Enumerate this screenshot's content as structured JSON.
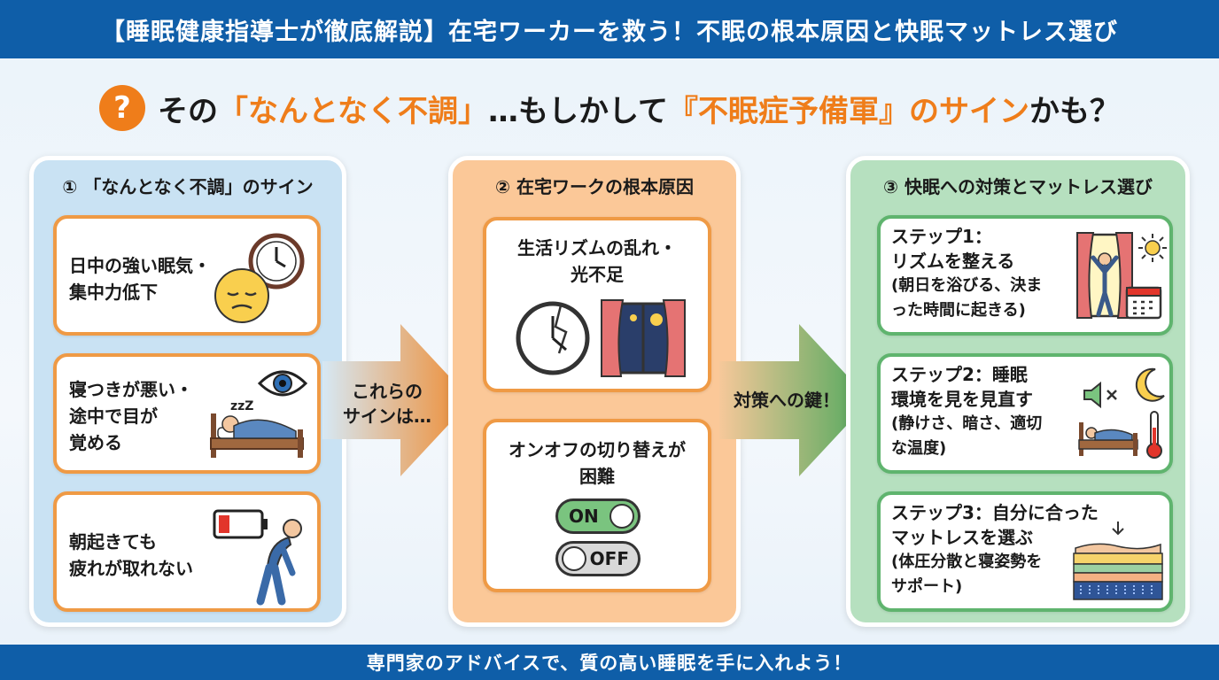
{
  "header": {
    "title": "【睡眠健康指導士が徹底解説】在宅ワーカーを救う！不眠の根本原因と快眠マットレス選び"
  },
  "headline": {
    "part1": "その",
    "highlight1": "「なんとなく不調」",
    "part2": "…もしかして",
    "highlight2": "『不眠症予備軍』",
    "part3": "のサイン",
    "part4": "かも？",
    "icon": "question-icon"
  },
  "panel1": {
    "title": "① 「なんとなく不調」のサイン",
    "cards": [
      {
        "line1": "日中の強い眠気・",
        "line2": "集中力低下",
        "icons": [
          "clock-icon",
          "tired-face-icon"
        ]
      },
      {
        "line1": "寝つきが悪い・",
        "line2": "途中で目が",
        "line3": "覚める",
        "icons": [
          "eye-icon",
          "sleeping-person-icon"
        ]
      },
      {
        "line1": "朝起きても",
        "line2": "疲れが取れない",
        "icons": [
          "low-battery-icon",
          "exhausted-person-icon"
        ]
      }
    ]
  },
  "arrow1": {
    "line1": "これらの",
    "line2": "サインは…"
  },
  "panel2": {
    "title": "② 在宅ワークの根本原因",
    "cards": [
      {
        "line1": "生活リズムの乱れ・",
        "line2": "光不足",
        "icons": [
          "broken-clock-icon",
          "night-window-icon"
        ]
      },
      {
        "line1": "オンオフの切り替えが",
        "line2": "困難",
        "toggle_on": "ON",
        "toggle_off": "OFF"
      }
    ]
  },
  "arrow2": {
    "label": "対策への鍵！"
  },
  "panel3": {
    "title": "③ 快眠への対策とマットレス選び",
    "cards": [
      {
        "line1": "ステップ1：",
        "line2": "リズムを整える",
        "line3": "(朝日を浴びる、決ま",
        "line4": "った時間に起きる)",
        "icons": [
          "sunlit-window-icon",
          "sun-icon",
          "calendar-icon"
        ]
      },
      {
        "line1": "ステップ2：睡眠",
        "line2": "環境を見を見直す",
        "line3": "(静けさ、暗さ、適切",
        "line4": "な温度)",
        "icons": [
          "mute-speaker-icon",
          "moon-icon",
          "bed-icon",
          "thermometer-icon"
        ]
      },
      {
        "line1": "ステップ3：自分に合った",
        "line2": "マットレスを選ぶ",
        "line3": "(体圧分散と寝姿勢を",
        "line4": "サポート)",
        "icons": [
          "mattress-icon"
        ]
      }
    ]
  },
  "footer": {
    "text": "専門家のアドバイスで、質の高い睡眠を手に入れよう！"
  },
  "colors": {
    "brand_blue": "#0f5ea8",
    "accent_orange": "#ef7d1a",
    "panel_blue": "#c9e2f3",
    "panel_orange": "#fbc898",
    "panel_green": "#b6e0bf",
    "toggle_green": "#7ac47f"
  }
}
